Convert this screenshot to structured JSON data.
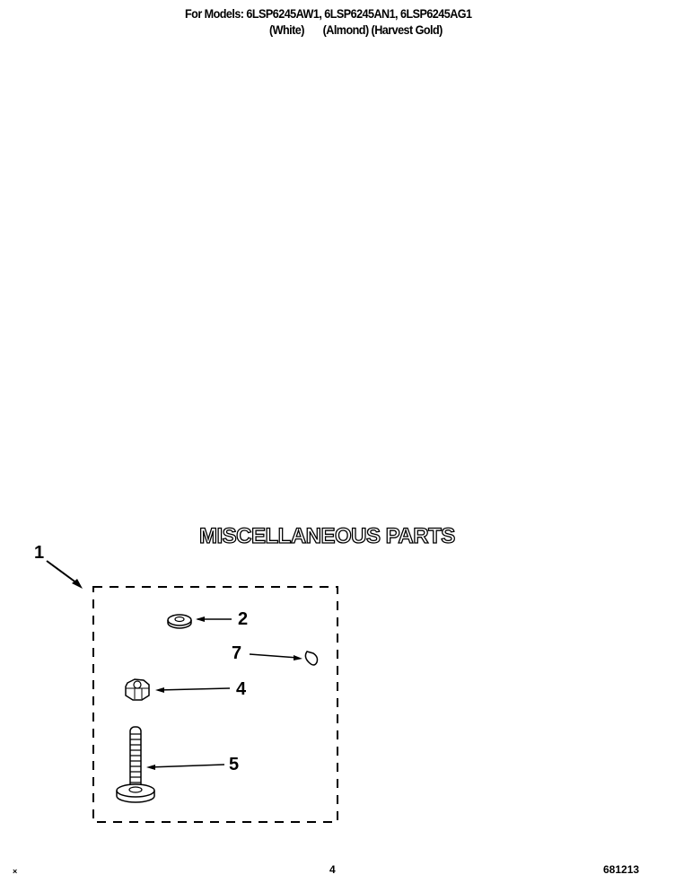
{
  "header": {
    "line1": "For Models: 6LSP6245AW1, 6LSP6245AN1, 6LSP6245AG1",
    "line2": "(White)       (Almond) (Harvest Gold)"
  },
  "section": {
    "title": "MISCELLANEOUS PARTS"
  },
  "callouts": [
    {
      "label": "1",
      "part": "parts-kit-bag"
    },
    {
      "label": "2",
      "part": "washer"
    },
    {
      "label": "7",
      "part": "clip"
    },
    {
      "label": "4",
      "part": "hex-nut"
    },
    {
      "label": "5",
      "part": "screw-with-washer"
    }
  ],
  "footer": {
    "mark": "×",
    "page_number": "4",
    "doc_code": "681213"
  }
}
